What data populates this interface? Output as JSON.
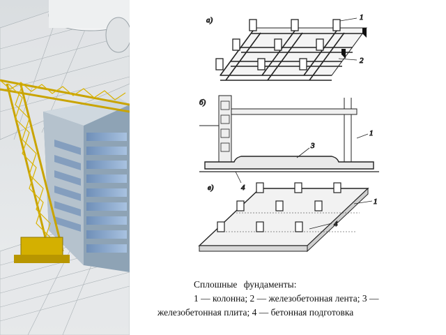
{
  "drawing": {
    "panel_labels": [
      "а)",
      "б)",
      "в)"
    ],
    "callouts_a": [
      "1",
      "2"
    ],
    "callouts_b": [
      "1",
      "3",
      "4"
    ],
    "callouts_c": [
      "1",
      "4"
    ]
  },
  "caption": {
    "line1": "Сплошные фундаменты:",
    "line2": "1 — колонна; 2 — железобетонная лента; 3 —",
    "line3": "железобетонная плита; 4 — бетонная подготовка"
  }
}
